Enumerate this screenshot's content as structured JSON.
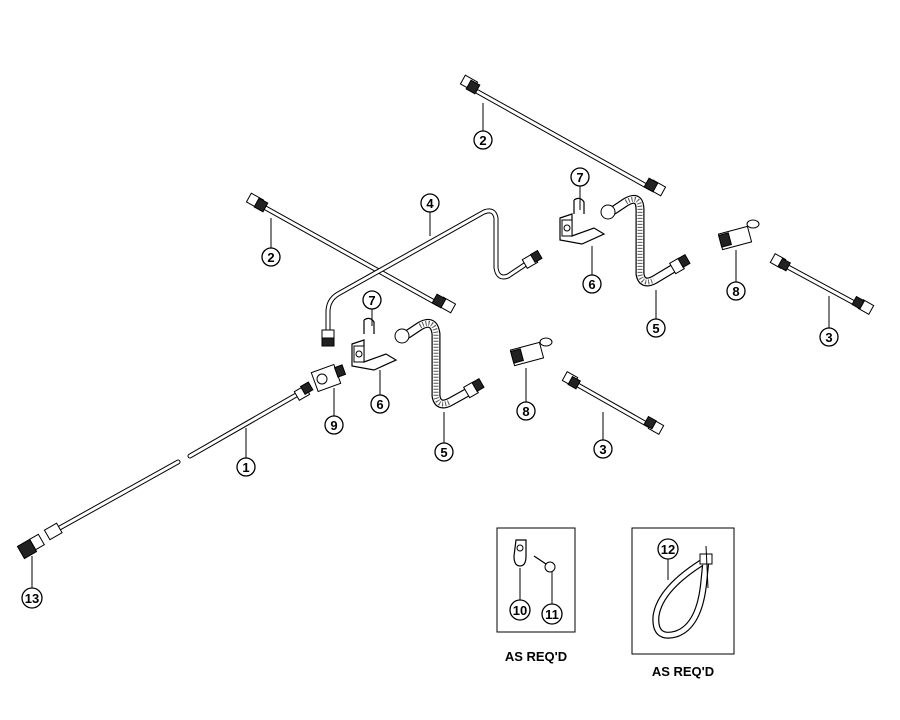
{
  "callouts": [
    {
      "id": "c1",
      "label": "1"
    },
    {
      "id": "c2a",
      "label": "2"
    },
    {
      "id": "c2b",
      "label": "2"
    },
    {
      "id": "c3a",
      "label": "3"
    },
    {
      "id": "c3b",
      "label": "3"
    },
    {
      "id": "c4",
      "label": "4"
    },
    {
      "id": "c5a",
      "label": "5"
    },
    {
      "id": "c5b",
      "label": "5"
    },
    {
      "id": "c6a",
      "label": "6"
    },
    {
      "id": "c6b",
      "label": "6"
    },
    {
      "id": "c7a",
      "label": "7"
    },
    {
      "id": "c7b",
      "label": "7"
    },
    {
      "id": "c8a",
      "label": "8"
    },
    {
      "id": "c8b",
      "label": "8"
    },
    {
      "id": "c9",
      "label": "9"
    },
    {
      "id": "c10",
      "label": "10"
    },
    {
      "id": "c11",
      "label": "11"
    },
    {
      "id": "c12",
      "label": "12"
    },
    {
      "id": "c13",
      "label": "13"
    }
  ],
  "notes": {
    "clamp_box": "AS REQ'D",
    "tie_box": "AS REQ'D"
  }
}
